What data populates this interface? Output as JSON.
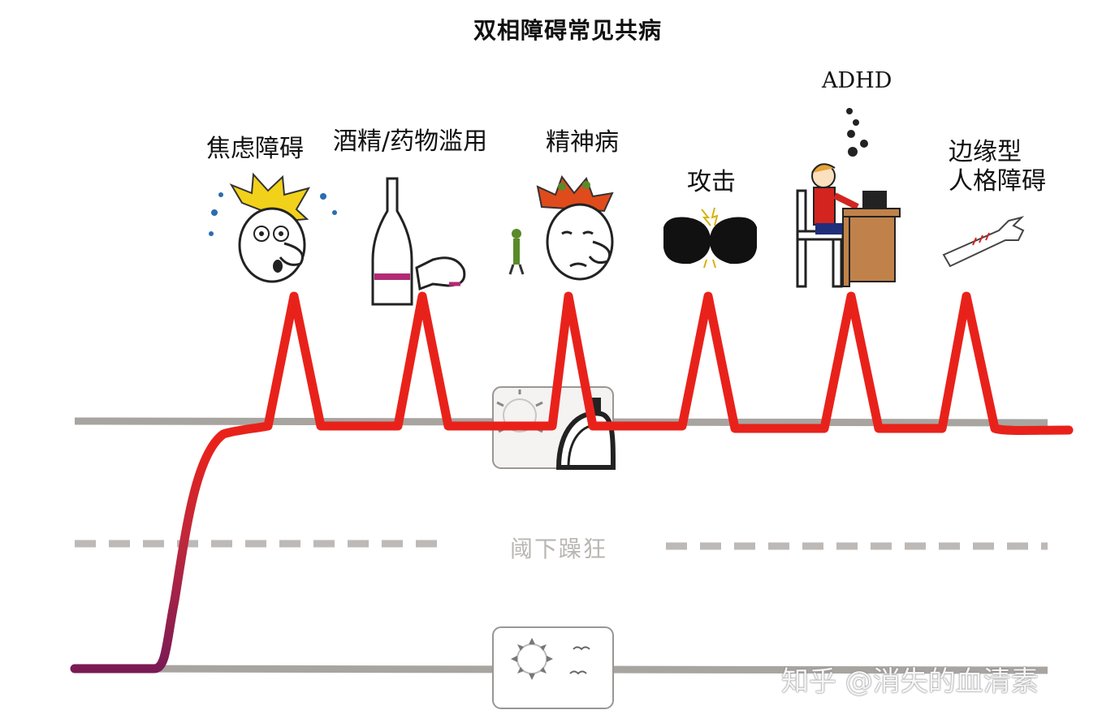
{
  "title": "双相障碍常见共病",
  "peaks": [
    {
      "label": "焦虑障碍",
      "icon": "worried-face-icon"
    },
    {
      "label": "酒精/药物滥用",
      "icon": "wine-bottle-glass-icon"
    },
    {
      "label": "精神病",
      "icon": "hallucination-face-icon"
    },
    {
      "label": "攻击",
      "icon": "boxing-gloves-icon"
    },
    {
      "label": "ADHD",
      "icon": "boy-at-desk-icon"
    },
    {
      "label": "边缘型人格障碍",
      "label_lines": [
        "边缘型",
        "人格障碍"
      ],
      "icon": "scarred-arm-icon"
    }
  ],
  "zones": {
    "hypomania_label": "阈下躁狂"
  },
  "mood_icons": {
    "cloudy": "cloud-sun-icon",
    "sunny": "sun-birds-icon"
  },
  "watermark": "知乎 @消失的血清素",
  "colors": {
    "mood_line": "#e8221b",
    "baseline_start": "#7a1a55",
    "level_line": "#a8a4a0",
    "dash": "#bdb9b6"
  }
}
